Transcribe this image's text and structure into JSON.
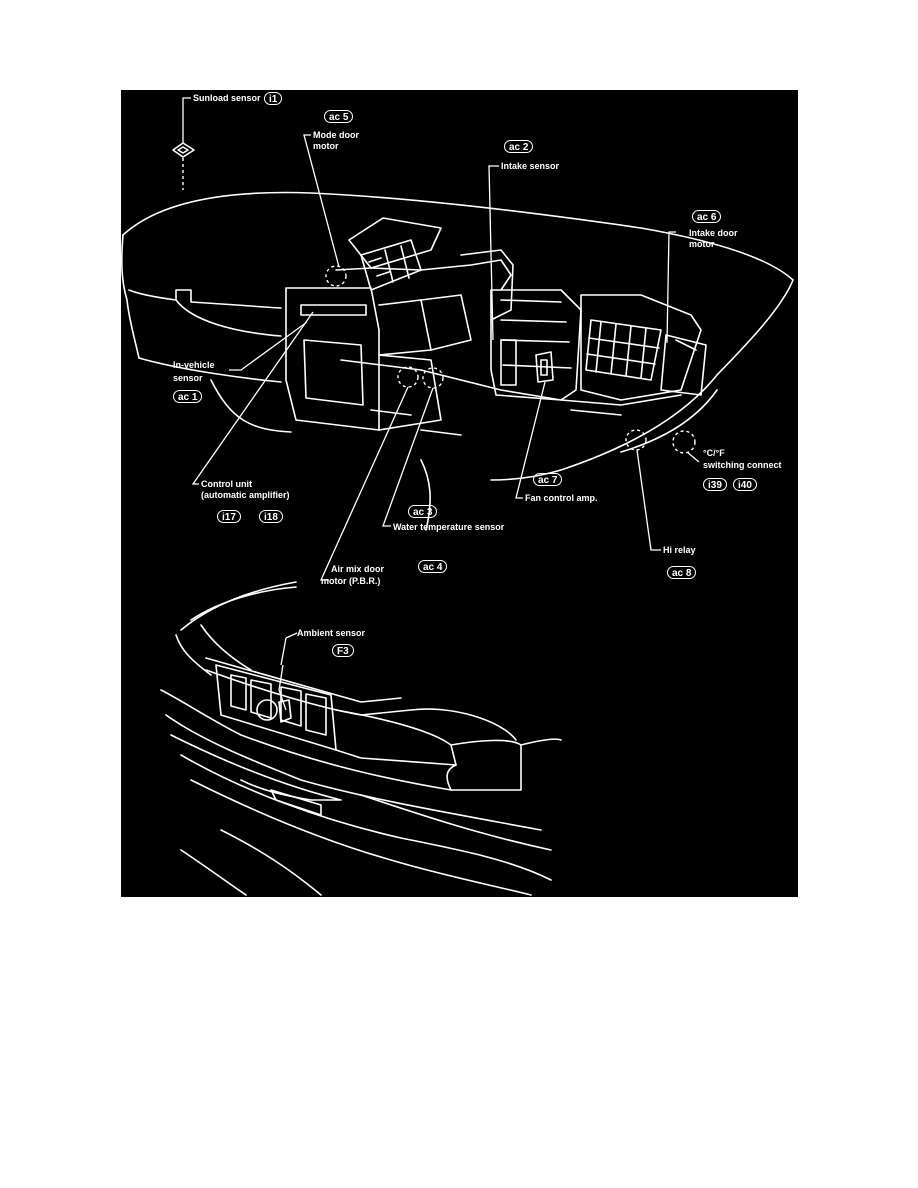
{
  "callouts": {
    "sunload": {
      "label": "Sunload sensor",
      "code": "i1"
    },
    "mode": {
      "label": "Mode door motor",
      "line1": "Mode door",
      "line2": "motor",
      "code": "ac 5"
    },
    "intake": {
      "label": "Intake sensor",
      "code": "ac 2"
    },
    "intakedoor": {
      "line1": "Intake door",
      "line2": "motor",
      "code": "ac 6"
    },
    "invehicle": {
      "line1": "In-vehicle",
      "line2": "sensor",
      "code": "ac 1"
    },
    "control": {
      "line1": "Control unit",
      "line2": "(automatic amplifier)",
      "code1": "i17",
      "code2": "i18"
    },
    "water": {
      "label": "Water temperature sensor",
      "code": "ac 3"
    },
    "airmix": {
      "line1": "Air mix door",
      "line2": "motor (P.B.R.)",
      "code": "ac 4"
    },
    "fan": {
      "label": "Fan control amp.",
      "code": "ac 7"
    },
    "hirelay": {
      "label": "Hi relay",
      "code": "ac 8"
    },
    "cf": {
      "line1": "°C/°F",
      "line2": "switching connect",
      "code1": "i39",
      "code2": "i40"
    },
    "ambient": {
      "label": "Ambient sensor",
      "code": "F3"
    }
  },
  "colors": {
    "background": "#000000",
    "linework": "#ffffff",
    "page": "#ffffff"
  }
}
